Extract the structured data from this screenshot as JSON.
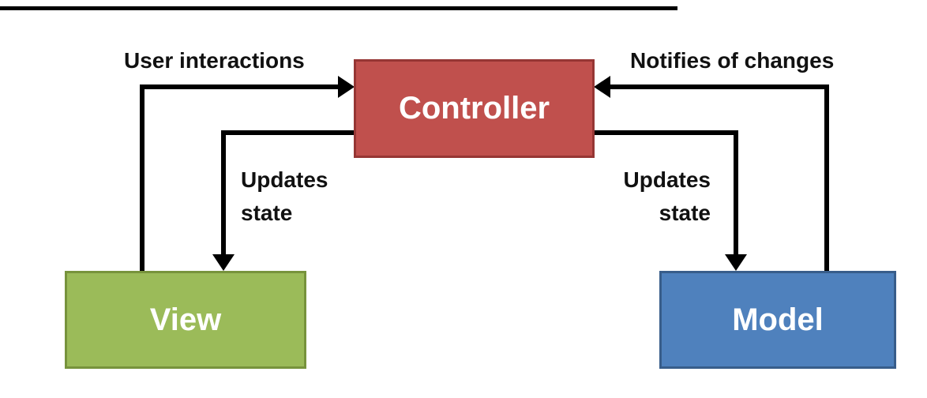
{
  "diagram": {
    "type": "mvc-architecture-flowchart",
    "background": "#FFFFFF",
    "line_color": "#000000",
    "nodes": {
      "controller": {
        "label": "Controller",
        "fill": "#C0504D",
        "border": "#963634",
        "text_color": "#FFFFFF"
      },
      "view": {
        "label": "View",
        "fill": "#9BBB59",
        "border": "#77933C",
        "text_color": "#FFFFFF"
      },
      "model": {
        "label": "Model",
        "fill": "#4F81BD",
        "border": "#385D8A",
        "text_color": "#FFFFFF"
      }
    },
    "edges": {
      "user_interactions": {
        "label": "User interactions",
        "from": "View",
        "to": "Controller"
      },
      "notifies_of_changes": {
        "label": "Notifies of changes",
        "from": "Model",
        "to": "Controller"
      },
      "updates_state_left": {
        "line1": "Updates",
        "line2": "state",
        "from": "Controller",
        "to": "View"
      },
      "updates_state_right": {
        "line1": "Updates",
        "line2": "state",
        "from": "Controller",
        "to": "Model"
      }
    }
  }
}
